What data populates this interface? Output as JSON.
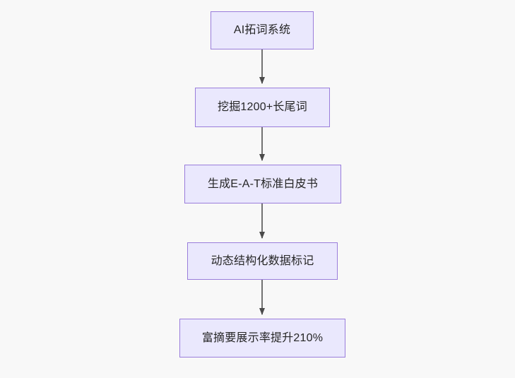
{
  "diagram": {
    "type": "flowchart",
    "direction": "top-to-bottom",
    "background_color": "#f8f8f8",
    "node_fill_color": "#eae8fd",
    "node_border_color": "#9a7ddb",
    "node_text_color": "#262626",
    "edge_color": "#727272",
    "nodes": [
      {
        "id": "n0",
        "label": "AI拓词系统"
      },
      {
        "id": "n1",
        "label": "挖掘1200+长尾词"
      },
      {
        "id": "n2",
        "label": "生成E-A-T标准白皮书"
      },
      {
        "id": "n3",
        "label": "动态结构化数据标记"
      },
      {
        "id": "n4",
        "label": "富摘要展示率提升210%"
      }
    ],
    "edges": [
      {
        "from": "n0",
        "to": "n1",
        "label": "",
        "arrow": "arrow-down-icon"
      },
      {
        "from": "n1",
        "to": "n2",
        "label": "",
        "arrow": "arrow-down-icon"
      },
      {
        "from": "n2",
        "to": "n3",
        "label": "",
        "arrow": "arrow-down-icon"
      },
      {
        "from": "n3",
        "to": "n4",
        "label": "",
        "arrow": "arrow-down-icon"
      }
    ]
  }
}
